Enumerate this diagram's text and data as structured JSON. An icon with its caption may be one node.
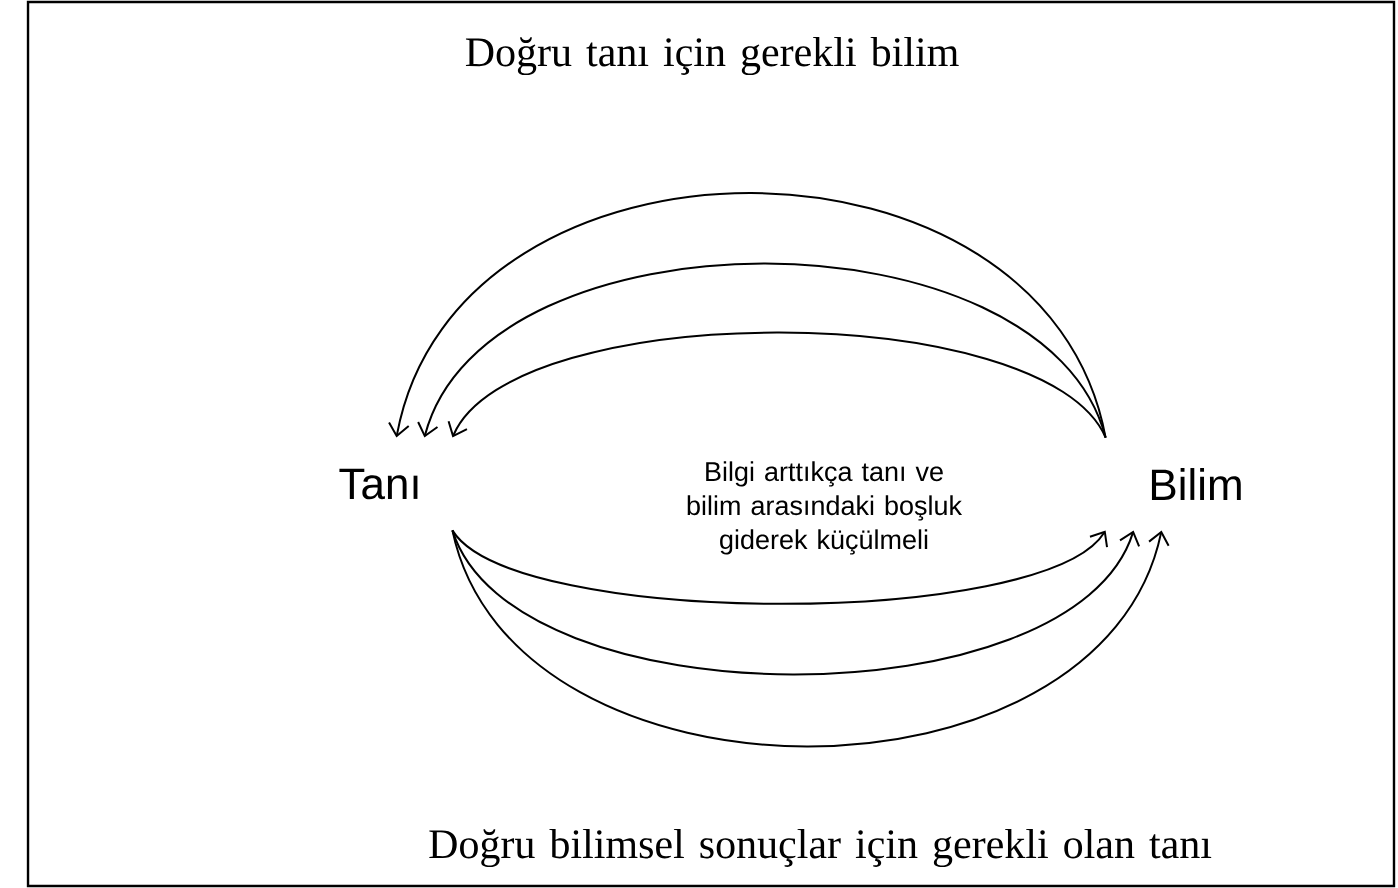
{
  "diagram": {
    "nodes": [
      {
        "text": [
          "Tanı"
        ]
      },
      {
        "text": [
          "Bilim"
        ]
      }
    ],
    "edges": [
      {
        "from": 1,
        "to": 0,
        "arrow": "to"
      },
      {
        "from": 1,
        "to": 0,
        "arrow": "to"
      },
      {
        "from": 1,
        "to": 0,
        "arrow": "to"
      },
      {
        "from": 0,
        "to": 1,
        "arrow": "to"
      },
      {
        "from": 0,
        "to": 1,
        "arrow": "to"
      },
      {
        "from": 0,
        "to": 1,
        "arrow": "to"
      }
    ],
    "labels": [
      "Doğru tanı için gerekli bilim",
      "Bilgi arttıkça tanı ve bilim arasındaki boşluk giderek küçülmeli",
      "Doğru bilimsel sonuçlar için gerekli olan tanı"
    ]
  }
}
